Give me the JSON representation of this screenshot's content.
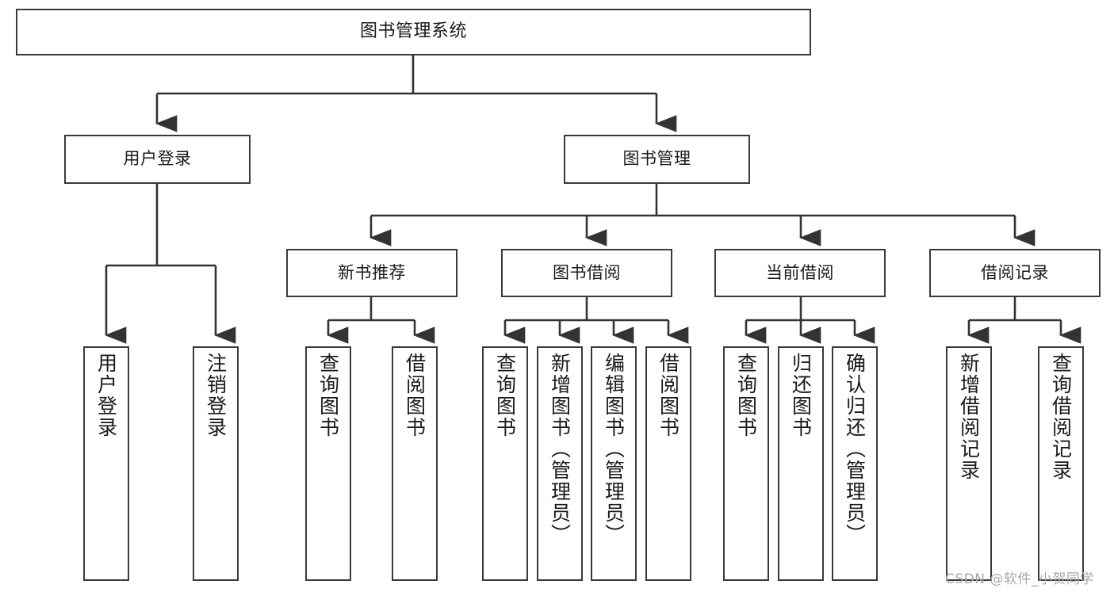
{
  "diagram": {
    "title": "图书管理系统",
    "type": "tree",
    "style": {
      "box_border_color": "#3a3a3a",
      "box_fill_color": "#ffffff",
      "connector_color": "#333333",
      "text_color": "#1a1a1a",
      "background": "#ffffff"
    },
    "levels": {
      "root": {
        "label": "图书管理系统"
      },
      "level2": [
        {
          "id": "user-login",
          "label": "用户登录"
        },
        {
          "id": "book-manage",
          "label": "图书管理"
        }
      ],
      "level3": [
        {
          "id": "new-book-recommend",
          "label": "新书推荐",
          "parent": "book-manage"
        },
        {
          "id": "book-borrow",
          "label": "图书借阅",
          "parent": "book-manage"
        },
        {
          "id": "current-borrow",
          "label": "当前借阅",
          "parent": "book-manage"
        },
        {
          "id": "borrow-record",
          "label": "借阅记录",
          "parent": "book-manage"
        }
      ],
      "leaves": [
        {
          "id": "leaf-user-login",
          "label": "用户登录",
          "parent": "user-login"
        },
        {
          "id": "leaf-user-logout",
          "label": "注销登录",
          "parent": "user-login"
        },
        {
          "id": "leaf-query-book-1",
          "label": "查询图书",
          "parent": "new-book-recommend"
        },
        {
          "id": "leaf-borrow-book-1",
          "label": "借阅图书",
          "parent": "new-book-recommend"
        },
        {
          "id": "leaf-query-book-2",
          "label": "查询图书",
          "parent": "book-borrow"
        },
        {
          "id": "leaf-add-book",
          "label": "新增图书（管理员）",
          "parent": "book-borrow"
        },
        {
          "id": "leaf-edit-book",
          "label": "编辑图书（管理员）",
          "parent": "book-borrow"
        },
        {
          "id": "leaf-borrow-book-2",
          "label": "借阅图书",
          "parent": "book-borrow"
        },
        {
          "id": "leaf-query-book-3",
          "label": "查询图书",
          "parent": "current-borrow"
        },
        {
          "id": "leaf-return-book",
          "label": "归还图书",
          "parent": "current-borrow"
        },
        {
          "id": "leaf-confirm-return",
          "label": "确认归还（管理员）",
          "parent": "current-borrow"
        },
        {
          "id": "leaf-add-record",
          "label": "新增借阅记录",
          "parent": "borrow-record"
        },
        {
          "id": "leaf-query-record",
          "label": "查询借阅记录",
          "parent": "borrow-record"
        }
      ]
    }
  },
  "watermark": {
    "text": "CSDN @软件_小贺同学"
  }
}
